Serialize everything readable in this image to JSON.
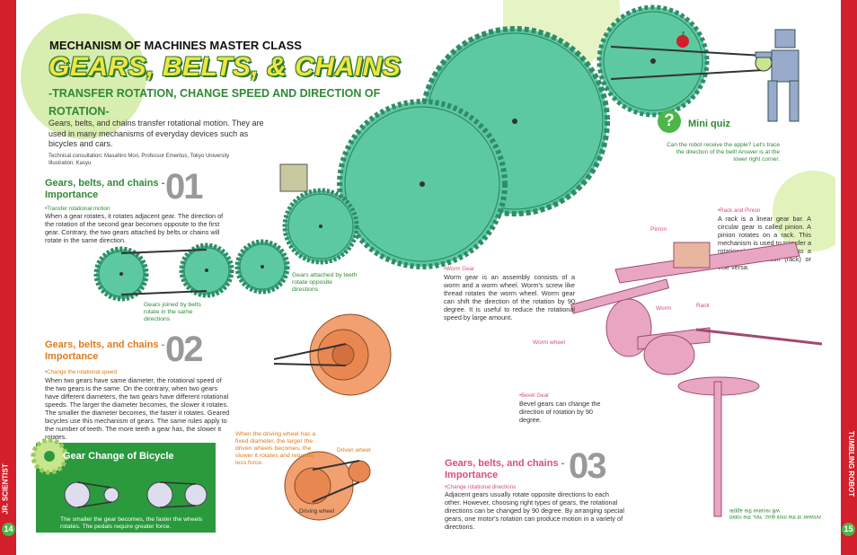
{
  "sidebar": {
    "left_label": "JR. SCIENTIST",
    "right_label": "TUMBLING ROBOT",
    "left_page": "14",
    "right_page": "15"
  },
  "header": {
    "series": "MECHANISM OF MACHINES MASTER CLASS",
    "title": "GEARS, BELTS, & CHAINS",
    "subtitle": "-TRANSFER ROTATION, CHANGE SPEED AND DIRECTION OF ROTATION-",
    "intro": "Gears, belts, and chains transfer rotational motion. They are used in many mechanisms of everyday devices such as bicycles and cars.",
    "credit": "Technical consultation: Masahiro Mori, Professor Emeritus, Tokyo University\nIllustration: Kasyu"
  },
  "section1": {
    "heading": "Gears, belts, and chains - Importance",
    "number": "01",
    "subheading": "•Transfer rotational motion",
    "body": "When a gear rotates, it rotates adjacent gear. The direction of the rotation of the second gear becomes opposite to the first gear. Contrary, the two gears attached by belts or chains will rotate in the same direction.",
    "caption_belts": "Gears joined by belts rotate in the same directions",
    "caption_teeth": "Gears attached by teeth rotate opposite directions"
  },
  "section2": {
    "heading": "Gears, belts, and chains - Importance",
    "number": "02",
    "subheading": "•Change the rotational speed",
    "body": "When two gears have same diameter, the rotational speed of the two gears is the same. On the contrary, when two gears have different diameters, the two gears have different rotational speeds. The larger the diameter becomes, the slower it rotates. The smaller the diameter becomes, the faster it rotates. Geared bicycles use this mechanism of gears. The same rules apply to the number of teeth. The more teeth a gear has, the slower it rotates.",
    "caption_driving": "When the driving wheel has a fixed diameter, the larger the driven wheels becomes, the slower it rotates and requires less force.",
    "label_driven": "Driven wheel",
    "label_driving": "Driving wheel"
  },
  "bicycle": {
    "title": "Gear Change of Bicycle",
    "text": "The smaller the gear becomes, the faster the wheels rotates. The pedals require greater force."
  },
  "quiz": {
    "title": "Mini quiz",
    "question": "Can the robot receive the apple? Let's trace the direction of the belt! Answer is at the lower right corner.",
    "answer": "Answer of the mini quiz: Yes, the robot will receive the apple"
  },
  "rack": {
    "heading": "•Rack and Pinion",
    "body": "A rack is a linear gear bar. A circular gear is called pinion. A pinion rotates on a rack. This mechanism is used to transfer a rotational motion (pinion) to a linear sliding motion (rack) or vise versa.",
    "label_pinion": "Pinion",
    "label_rack": "Rack"
  },
  "worm": {
    "heading": "•Worm Gear",
    "body": "Worm gear is an assembly consists of a worm and a worm wheel. Worm's screw like thread rotates the worm wheel. Worm gear can shift the direction of the rotation by 90 degree. It is useful to reduce the rotational speed by large amount.",
    "label_worm": "Worm",
    "label_wheel": "Worm wheel"
  },
  "bevel": {
    "heading": "•Bevel Gear",
    "body": "Bevel gears can change the direction of rotation by 90 degree."
  },
  "section3": {
    "heading": "Gears, belts, and chains - Importance",
    "number": "03",
    "subheading": "•Change rotational directions",
    "body": "Adjacent gears usually rotate opposite directions to each other. However, choosing right types of gears, the rotational directions can be changed by 90 degree. By arranging special gears, one motor's rotation can produce motion in a variety of directions."
  },
  "colors": {
    "brand_red": "#d21f2b",
    "accent_green": "#2e8b34",
    "title_yellow": "#f0e640",
    "gear_teal": "#5dc9a0",
    "orange": "#e07b1a",
    "pink": "#e8a6c3"
  }
}
